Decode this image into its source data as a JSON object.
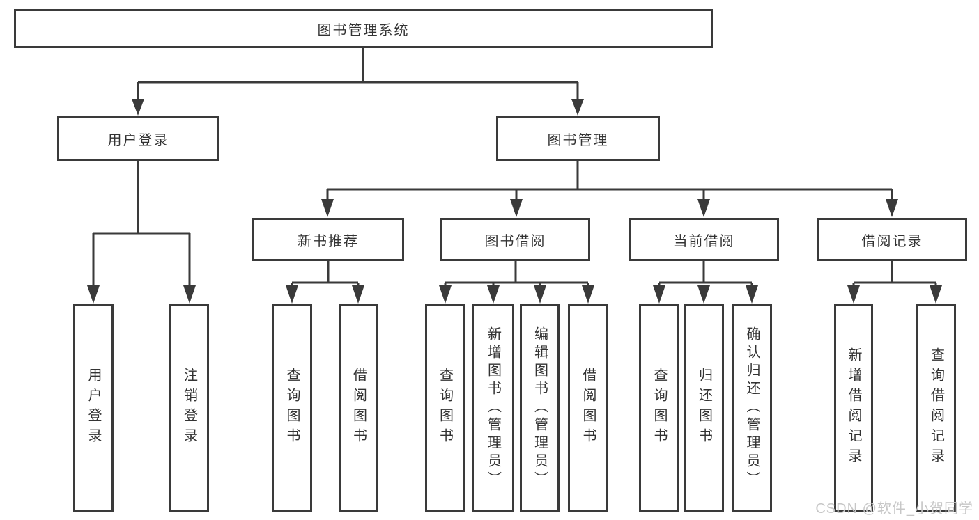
{
  "diagram": {
    "root": {
      "label": "图书管理系统"
    },
    "branches": [
      {
        "label": "用户登录",
        "children": [
          {
            "label": "用户登录"
          },
          {
            "label": "注销登录"
          }
        ]
      },
      {
        "label": "图书管理",
        "sections": [
          {
            "label": "新书推荐",
            "children": [
              {
                "label": "查询图书"
              },
              {
                "label": "借阅图书"
              }
            ]
          },
          {
            "label": "图书借阅",
            "children": [
              {
                "label": "查询图书"
              },
              {
                "label": "新增图书（管理员）"
              },
              {
                "label": "编辑图书（管理员）"
              },
              {
                "label": "借阅图书"
              }
            ]
          },
          {
            "label": "当前借阅",
            "children": [
              {
                "label": "查询图书"
              },
              {
                "label": "归还图书"
              },
              {
                "label": "确认归还（管理员）"
              }
            ]
          },
          {
            "label": "借阅记录",
            "children": [
              {
                "label": "新增借阅记录"
              },
              {
                "label": "查询借阅记录"
              }
            ]
          }
        ]
      }
    ]
  },
  "watermark": {
    "text": "CSDN @软件_小贺同学"
  },
  "colors": {
    "line": "#3a3a3a",
    "text": "#333333",
    "background": "#ffffff",
    "watermark": "#c7c7c7"
  }
}
